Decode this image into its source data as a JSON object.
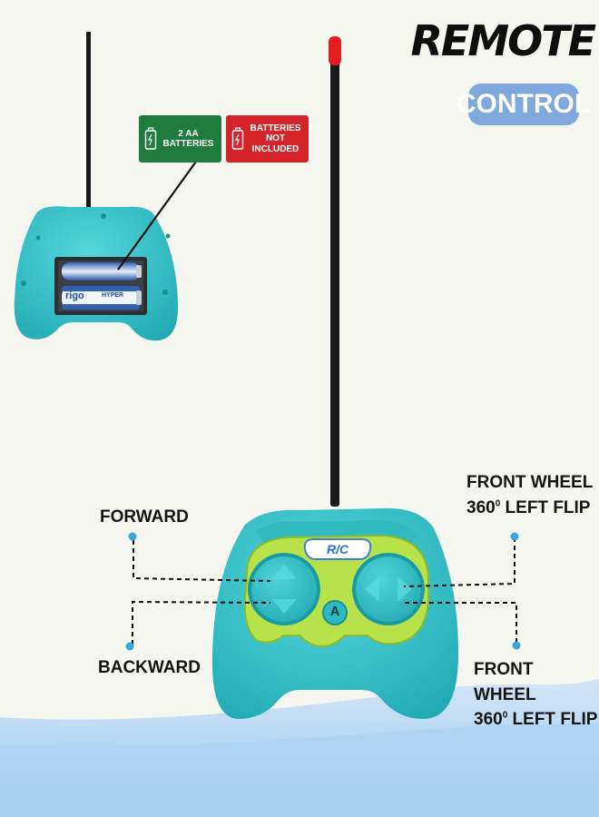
{
  "header": {
    "title": "REMOTE",
    "subtitle": "CONTROL"
  },
  "badges": {
    "batteries_required": {
      "line1": "2 AA",
      "line2": "BATTERIES"
    },
    "batteries_not_included": {
      "line1": "BATTERIES NOT",
      "line2": "INCLUDED"
    }
  },
  "inset": {
    "battery_brand": "rigo",
    "battery_label": "HYPER"
  },
  "remote": {
    "logo": "R/C",
    "center_button": "A"
  },
  "callouts": {
    "forward": "FORWARD",
    "backward": "BACKWARD",
    "front_wheel_top": {
      "line1": "FRONT WHEEL",
      "line2_prefix": "360",
      "degree": "0",
      "line2_suffix": " LEFT FLIP"
    },
    "front_wheel_bottom": {
      "line1": "FRONT WHEEL",
      "line2_prefix": "360",
      "degree": "0",
      "line2_suffix": " LEFT FLIP"
    }
  },
  "colors": {
    "background": "#f6f6f1",
    "remote_body": "#3cc6cc",
    "faceplate": "#b7e24a",
    "title_pill": "#7fa8dd",
    "badge_green": "#1e7d3d",
    "badge_red": "#d4242a",
    "antenna_tip": "#e02020"
  }
}
